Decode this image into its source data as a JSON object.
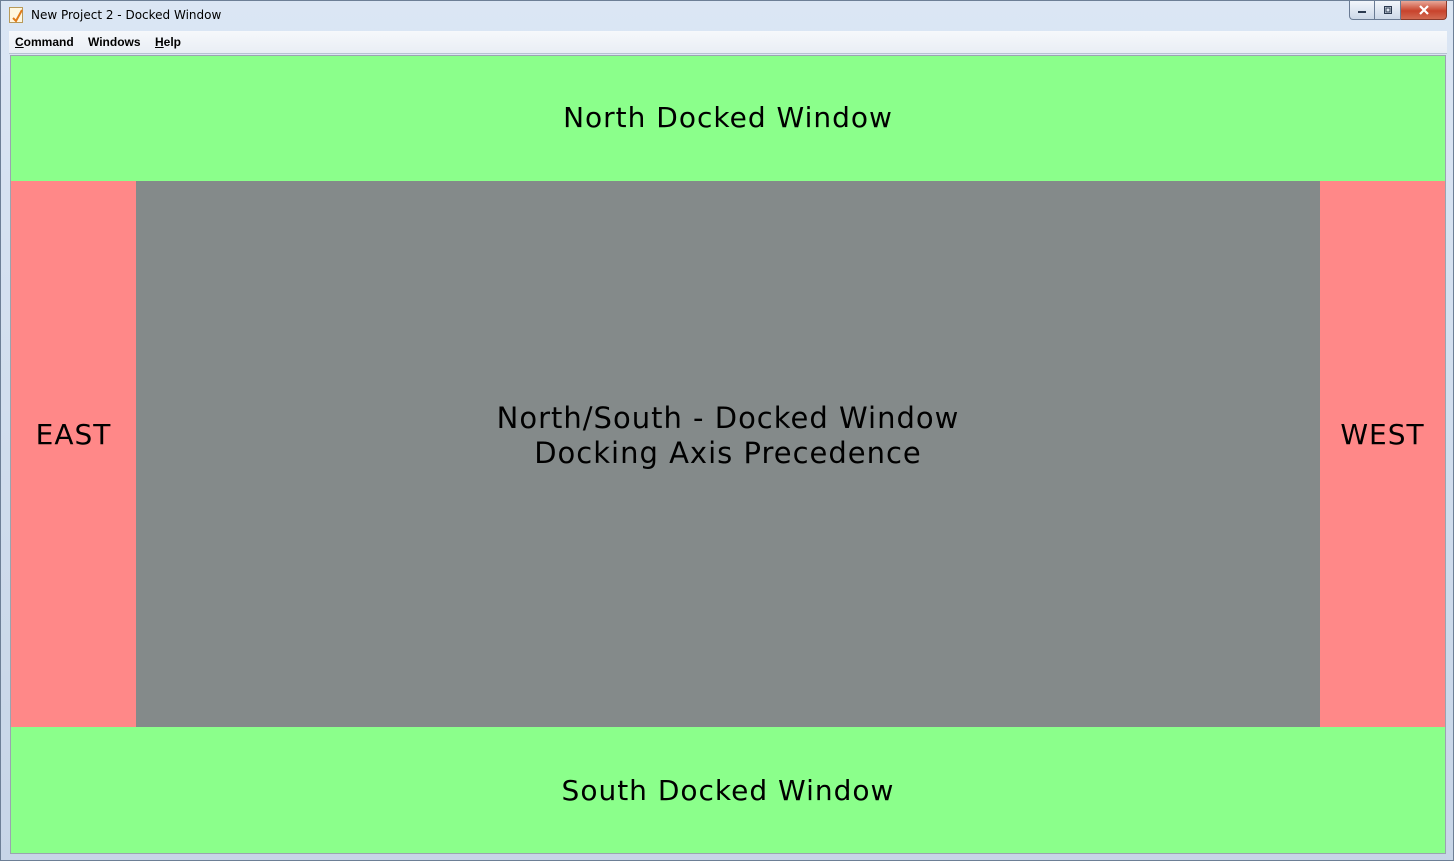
{
  "window": {
    "title": "New Project 2 - Docked Window",
    "icon": "app-notepad-icon"
  },
  "menubar": {
    "items": [
      {
        "mnemonic": "C",
        "rest": "ommand"
      },
      {
        "mnemonic": "",
        "rest": "Windows"
      },
      {
        "mnemonic": "H",
        "rest": "elp"
      }
    ]
  },
  "docks": {
    "north": "North Docked Window",
    "south": "South Docked Window",
    "east": "EAST",
    "west": "WEST",
    "center_line1": "North/South - Docked Window",
    "center_line2": "Docking Axis Precedence"
  },
  "colors": {
    "north_south": "#8bff8b",
    "east_west": "#ff8888",
    "center": "#848a8a"
  }
}
